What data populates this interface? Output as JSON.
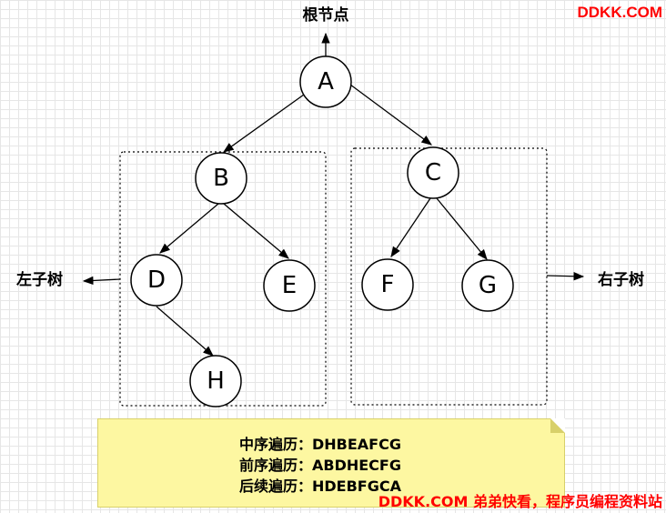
{
  "brand": "DDKK.COM",
  "root_label": "根节点",
  "left_subtree_label": "左子树",
  "right_subtree_label": "右子树",
  "nodes": {
    "A": "A",
    "B": "B",
    "C": "C",
    "D": "D",
    "E": "E",
    "F": "F",
    "G": "G",
    "H": "H"
  },
  "traversals": {
    "inorder": "中序遍历：DHBEAFCG",
    "preorder": "前序遍历：ABDHECFG",
    "postorder": "后续遍历：HDEBFGCA"
  },
  "footer": "DDKK.COM 弟弟快看，程序员编程资料站"
}
